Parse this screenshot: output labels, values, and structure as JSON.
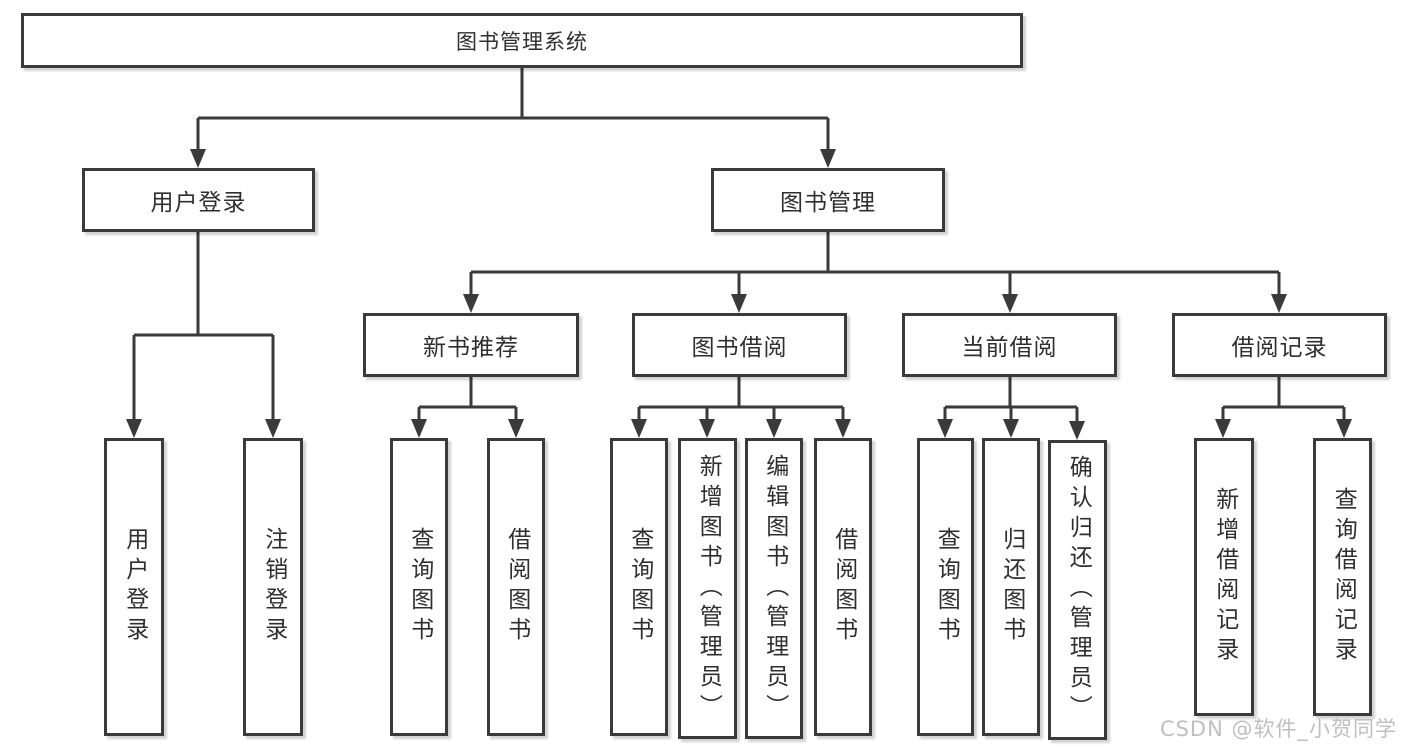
{
  "nodes": {
    "root": {
      "label": "图书管理系统"
    },
    "user_login": {
      "label": "用户登录"
    },
    "book_management": {
      "label": "图书管理"
    },
    "new_book_recommend": {
      "label": "新书推荐"
    },
    "book_borrow": {
      "label": "图书借阅"
    },
    "current_borrow": {
      "label": "当前借阅"
    },
    "borrow_records": {
      "label": "借阅记录"
    },
    "leaf_user_login": {
      "label": "用户登录"
    },
    "leaf_logout_login": {
      "label": "注销登录"
    },
    "leaf_query_books_a": {
      "label": "查询图书"
    },
    "leaf_borrow_books_a": {
      "label": "借阅图书"
    },
    "leaf_query_books_b": {
      "label": "查询图书"
    },
    "leaf_add_books_admin": {
      "label": "新增图书（管理员）"
    },
    "leaf_edit_books_admin": {
      "label": "编辑图书（管理员）"
    },
    "leaf_borrow_books_b": {
      "label": "借阅图书"
    },
    "leaf_query_books_c": {
      "label": "查询图书"
    },
    "leaf_return_books": {
      "label": "归还图书"
    },
    "leaf_confirm_return_admin": {
      "label": "确认归还（管理员）"
    },
    "leaf_add_borrow_record": {
      "label": "新增借阅记录"
    },
    "leaf_query_borrow_record": {
      "label": "查询借阅记录"
    }
  },
  "watermark": {
    "text": "CSDN @软件_小贺同学"
  },
  "colors": {
    "line": "#3a3a3a",
    "box_border": "#3a3a3a",
    "box_fill": "#ffffff",
    "text": "#2f2f2f",
    "watermark": "#bfbfbf",
    "background": "#ffffff"
  }
}
